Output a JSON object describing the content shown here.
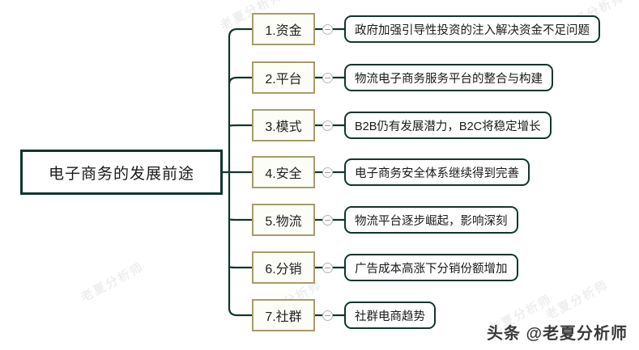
{
  "diagram": {
    "type": "mind-map",
    "root": {
      "label": "电子商务的发展前途"
    },
    "branches": [
      {
        "label": "1.资金",
        "detail": "政府加强引导性投资的注入解决资金不足问题",
        "toggle_icon": "collapse-minus-icon"
      },
      {
        "label": "2.平台",
        "detail": "物流电子商务服务平台的整合与构建",
        "toggle_icon": "collapse-minus-icon"
      },
      {
        "label": "3.模式",
        "detail": "B2B仍有发展潜力，B2C将稳定增长",
        "toggle_icon": "collapse-minus-icon"
      },
      {
        "label": "4.安全",
        "detail": "电子商务安全体系继续得到完善",
        "toggle_icon": "collapse-minus-icon"
      },
      {
        "label": "5.物流",
        "detail": "物流平台逐步崛起，影响深刻",
        "toggle_icon": "collapse-minus-icon"
      },
      {
        "label": "6.分销",
        "detail": "广告成本高涨下分销份额增加",
        "toggle_icon": "collapse-minus-icon"
      },
      {
        "label": "7.社群",
        "detail": "社群电商趋势",
        "toggle_icon": "collapse-minus-icon"
      }
    ]
  },
  "watermark": {
    "signature": "头条 @老夏分析师",
    "tiles": [
      "老夏分析师",
      "老夏分析师",
      "老夏分析师",
      "老夏分析师",
      "老夏分析师",
      "老夏分析师"
    ]
  },
  "colors": {
    "root_border": "#11362f",
    "branch_border": "#a89b6a",
    "branch_fill": "#fdfdf8",
    "detail_border": "#11362f",
    "connector": "#11362f",
    "background": "#ffffff"
  }
}
